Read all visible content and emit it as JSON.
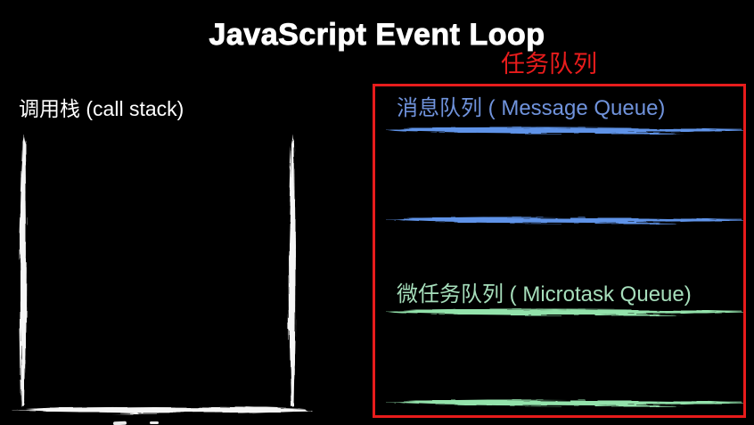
{
  "title": "JavaScript Event Loop",
  "annotation": {
    "task_queue_label": "任务队列"
  },
  "call_stack": {
    "label": "调用栈 (call stack)"
  },
  "task_queue_panel": {
    "message_queue_heading": "消息队列 ( Message Queue)",
    "microtask_queue_heading": "微任务队列 ( Microtask Queue)"
  },
  "colors": {
    "background": "#000000",
    "title_text": "#ffffff",
    "accent_red": "#e81c1c",
    "blue_text": "#7093dc",
    "blue_line": "#5f93e8",
    "green_text": "#a6debb",
    "green_line": "#93e2ab",
    "stack_stroke": "#f5f5f5"
  }
}
